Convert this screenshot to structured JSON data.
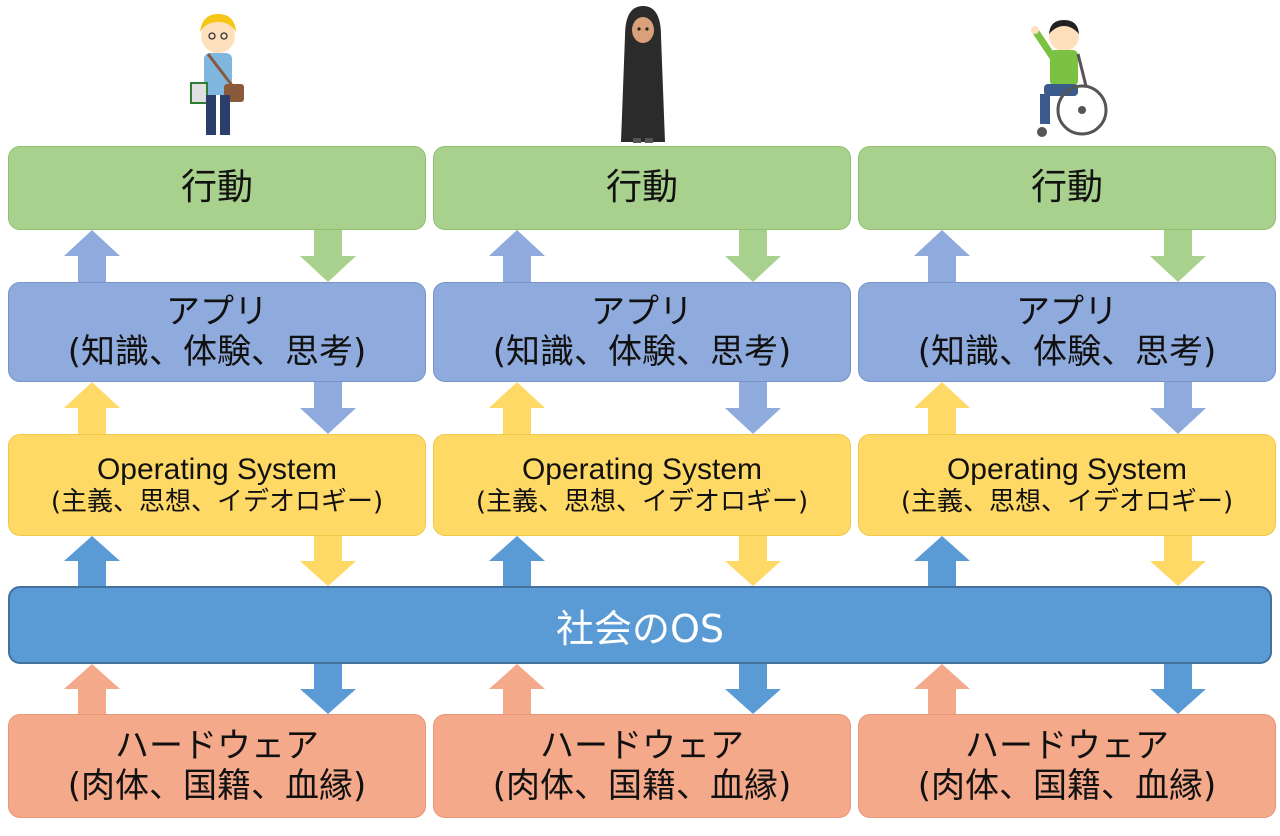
{
  "columns": [
    {
      "person": "person-student-icon",
      "action": {
        "label": "行動"
      },
      "app": {
        "line1": "アプリ",
        "line2": "(知識、体験、思考)"
      },
      "os": {
        "line1": "Operating System",
        "line2": "(主義、思想、イデオロギー)"
      },
      "hardware": {
        "line1": "ハードウェア",
        "line2": "(肉体、国籍、血縁)"
      }
    },
    {
      "person": "person-hijab-woman-icon",
      "action": {
        "label": "行動"
      },
      "app": {
        "line1": "アプリ",
        "line2": "(知識、体験、思考)"
      },
      "os": {
        "line1": "Operating System",
        "line2": "(主義、思想、イデオロギー)"
      },
      "hardware": {
        "line1": "ハードウェア",
        "line2": "(肉体、国籍、血縁)"
      }
    },
    {
      "person": "person-wheelchair-icon",
      "action": {
        "label": "行動"
      },
      "app": {
        "line1": "アプリ",
        "line2": "(知識、体験、思考)"
      },
      "os": {
        "line1": "Operating System",
        "line2": "(主義、思想、イデオロギー)"
      },
      "hardware": {
        "line1": "ハードウェア",
        "line2": "(肉体、国籍、血縁)"
      }
    }
  ],
  "social_os": {
    "label": "社会のOS"
  },
  "colors": {
    "action": "#a9d18e",
    "app": "#8faadc",
    "os": "#ffd966",
    "social": "#5b9bd5",
    "hardware": "#f4a98a"
  }
}
